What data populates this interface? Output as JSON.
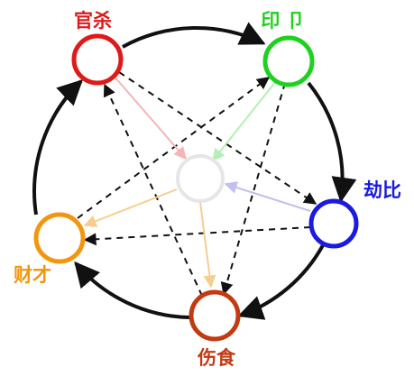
{
  "nodes": [
    {
      "id": "guansha",
      "label": "官杀",
      "color": "#e01919",
      "faint": "#f6b5b5"
    },
    {
      "id": "yinxiao",
      "label": "印 卩",
      "color": "#1fd11f",
      "faint": "#b3f0b3"
    },
    {
      "id": "jiebi",
      "label": "劫比",
      "color": "#1a1ae0",
      "faint": "#c0c0f2"
    },
    {
      "id": "shangshi",
      "label": "伤食",
      "color": "#c23a12",
      "faint": null
    },
    {
      "id": "caicai",
      "label": "财才",
      "color": "#f2960f",
      "faint": "#f7cd8f"
    },
    {
      "id": "center",
      "label": "",
      "color": "#e6e6e6",
      "faint": null
    }
  ],
  "cycle_color": "#111111",
  "control_color": "#111111"
}
